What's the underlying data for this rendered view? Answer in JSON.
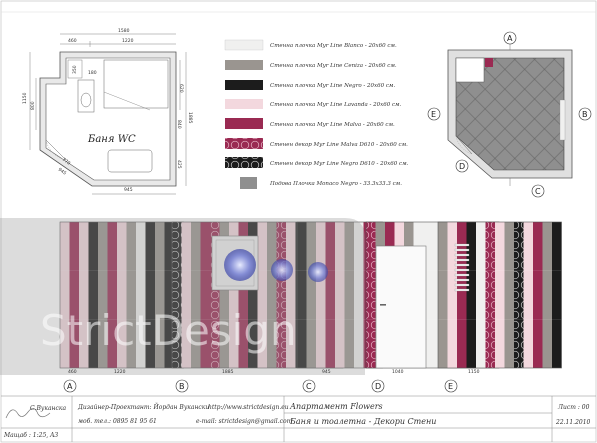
{
  "plan": {
    "title": "Баня WC",
    "dims": {
      "top_total": "1580",
      "top_left": "460",
      "top_right": "1220",
      "left_height": "1150",
      "left_inner": "800",
      "small_350": "350",
      "small_180": "180",
      "right_620": "620",
      "right_840": "840",
      "right_1885": "1885",
      "right_425": "425",
      "bottom_945": "945",
      "diag_770": "770",
      "diag_945": "945"
    }
  },
  "legend": {
    "items": [
      {
        "label": "Стенна плочка Myr Line Blanco - 20x60 см.",
        "color": "#f0f0ef"
      },
      {
        "label": "Стенна плочка Myr Line Ceniza - 20x60 см.",
        "color": "#9a9590"
      },
      {
        "label": "Стенна плочка Myr Line Negro - 20x60 см.",
        "color": "#1c1c1c"
      },
      {
        "label": "Стенна плочка Myr Line Lavanda - 20x60 см.",
        "color": "#f3d8de"
      },
      {
        "label": "Стенна плочка Myr Line Malva - 20x60 см.",
        "color": "#9a2a52"
      },
      {
        "label": "Стенен декор Myr Line Malva D610 - 20x60 см.",
        "color": "#9a2a52"
      },
      {
        "label": "Стенен декор Myr Line Negro D610 - 20x60 см.",
        "color": "#1c1c1c"
      },
      {
        "label": "Подова Плочка Monaco Negro - 33.3x33.3 см.",
        "color": "#8f8f8f"
      }
    ]
  },
  "tile_plan": {
    "labels": {
      "a": "A",
      "b": "B",
      "c": "C",
      "d": "D",
      "e": "E"
    }
  },
  "elevations": {
    "a": {
      "letter": "A",
      "w1": "460",
      "w2": "1220"
    },
    "b": {
      "letter": "B",
      "w": "1885"
    },
    "c": {
      "letter": "C",
      "w": "945"
    },
    "d": {
      "letter": "D",
      "w": "1040"
    },
    "e": {
      "letter": "E",
      "w": "1150"
    }
  },
  "watermark": "StrictDesign",
  "title_block": {
    "signature": "С.Вуканска",
    "scale": "Мащаб : 1:25, A3",
    "designer": "Дизайнер-Проектант: Йордан Вукански",
    "phone": "моб. тел.: 0895 81 95 61",
    "website": "http://www.strictdesign.eu",
    "email": "e-mail: strictdesign@gmail.com",
    "project": "Апартамент Flowers",
    "subject": "Баня и тоалетна - Декори Стени",
    "sheet": "Лист : 00",
    "date": "22.11.2010"
  }
}
